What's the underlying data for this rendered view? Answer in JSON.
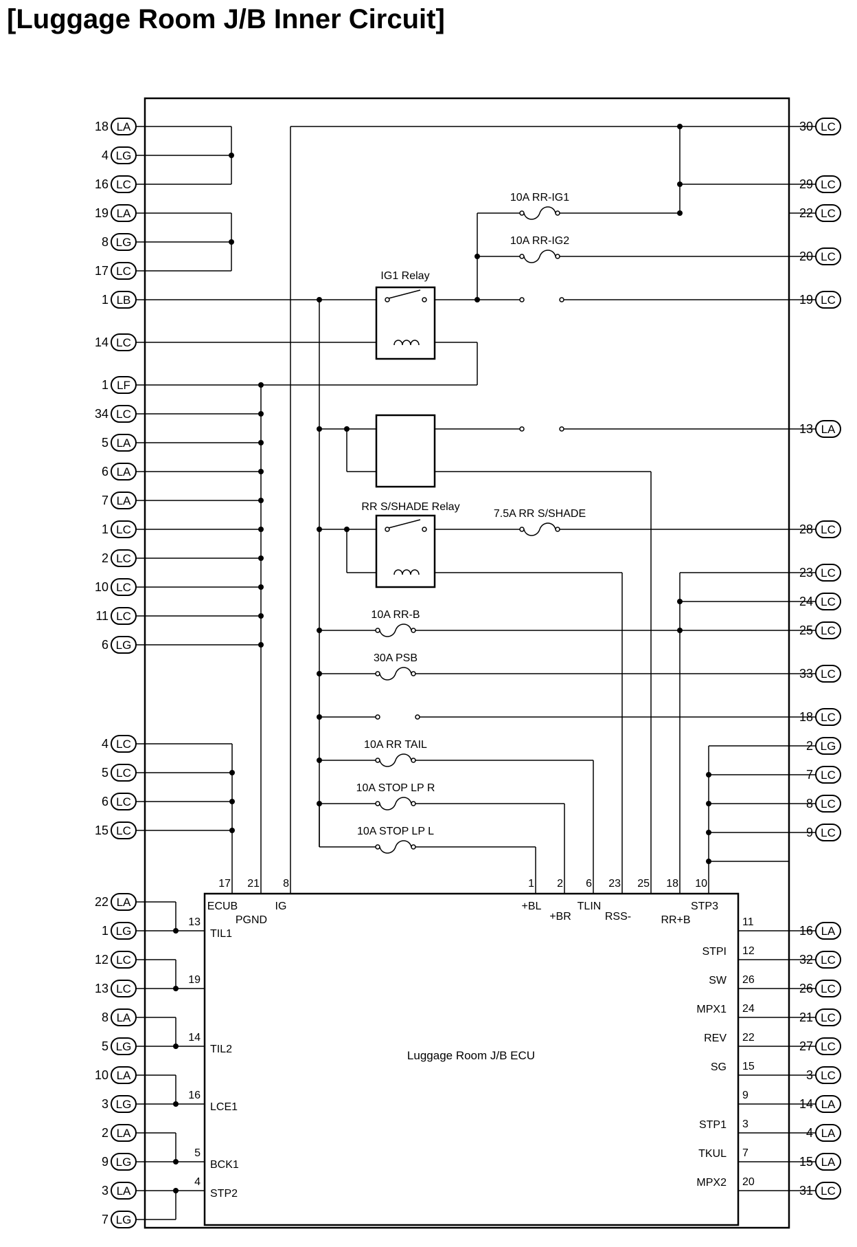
{
  "title": "[Luggage Room J/B Inner Circuit]",
  "left_connectors": [
    {
      "pin": "18",
      "conn": "LA"
    },
    {
      "pin": "4",
      "conn": "LG"
    },
    {
      "pin": "16",
      "conn": "LC"
    },
    {
      "pin": "19",
      "conn": "LA"
    },
    {
      "pin": "8",
      "conn": "LG"
    },
    {
      "pin": "17",
      "conn": "LC"
    },
    {
      "pin": "1",
      "conn": "LB"
    },
    {
      "pin": "14",
      "conn": "LC"
    },
    {
      "pin": "1",
      "conn": "LF"
    },
    {
      "pin": "34",
      "conn": "LC"
    },
    {
      "pin": "5",
      "conn": "LA"
    },
    {
      "pin": "6",
      "conn": "LA"
    },
    {
      "pin": "7",
      "conn": "LA"
    },
    {
      "pin": "1",
      "conn": "LC"
    },
    {
      "pin": "2",
      "conn": "LC"
    },
    {
      "pin": "10",
      "conn": "LC"
    },
    {
      "pin": "11",
      "conn": "LC"
    },
    {
      "pin": "6",
      "conn": "LG"
    },
    {
      "pin": "4",
      "conn": "LC"
    },
    {
      "pin": "5",
      "conn": "LC"
    },
    {
      "pin": "6",
      "conn": "LC"
    },
    {
      "pin": "15",
      "conn": "LC"
    },
    {
      "pin": "22",
      "conn": "LA"
    },
    {
      "pin": "1",
      "conn": "LG"
    },
    {
      "pin": "12",
      "conn": "LC"
    },
    {
      "pin": "13",
      "conn": "LC"
    },
    {
      "pin": "8",
      "conn": "LA"
    },
    {
      "pin": "5",
      "conn": "LG"
    },
    {
      "pin": "10",
      "conn": "LA"
    },
    {
      "pin": "3",
      "conn": "LG"
    },
    {
      "pin": "2",
      "conn": "LA"
    },
    {
      "pin": "9",
      "conn": "LG"
    },
    {
      "pin": "3",
      "conn": "LA"
    },
    {
      "pin": "7",
      "conn": "LG"
    }
  ],
  "right_connectors": [
    {
      "pin": "30",
      "conn": "LC"
    },
    {
      "pin": "29",
      "conn": "LC"
    },
    {
      "pin": "22",
      "conn": "LC"
    },
    {
      "pin": "20",
      "conn": "LC"
    },
    {
      "pin": "19",
      "conn": "LC"
    },
    {
      "pin": "13",
      "conn": "LA"
    },
    {
      "pin": "28",
      "conn": "LC"
    },
    {
      "pin": "23",
      "conn": "LC"
    },
    {
      "pin": "24",
      "conn": "LC"
    },
    {
      "pin": "25",
      "conn": "LC"
    },
    {
      "pin": "33",
      "conn": "LC"
    },
    {
      "pin": "18",
      "conn": "LC"
    },
    {
      "pin": "2",
      "conn": "LG"
    },
    {
      "pin": "7",
      "conn": "LC"
    },
    {
      "pin": "8",
      "conn": "LC"
    },
    {
      "pin": "9",
      "conn": "LC"
    },
    {
      "pin": "16",
      "conn": "LA"
    },
    {
      "pin": "32",
      "conn": "LC"
    },
    {
      "pin": "26",
      "conn": "LC"
    },
    {
      "pin": "21",
      "conn": "LC"
    },
    {
      "pin": "27",
      "conn": "LC"
    },
    {
      "pin": "3",
      "conn": "LC"
    },
    {
      "pin": "14",
      "conn": "LA"
    },
    {
      "pin": "4",
      "conn": "LA"
    },
    {
      "pin": "15",
      "conn": "LA"
    },
    {
      "pin": "31",
      "conn": "LC"
    }
  ],
  "relays": [
    "IG1 Relay",
    "RR S/SHADE Relay"
  ],
  "fuses": [
    "10A RR-IG1",
    "10A RR-IG2",
    "7.5A RR S/SHADE",
    "10A RR-B",
    "30A PSB",
    "10A RR TAIL",
    "10A STOP LP R",
    "10A STOP LP L"
  ],
  "ecu": {
    "name": "Luggage Room J/B ECU",
    "top_pins": [
      {
        "num": "17",
        "label": "ECUB"
      },
      {
        "num": "21",
        "label": "PGND"
      },
      {
        "num": "8",
        "label": "IG"
      },
      {
        "num": "1",
        "label": "+BL"
      },
      {
        "num": "2",
        "label": "+BR"
      },
      {
        "num": "6",
        "label": "TLIN"
      },
      {
        "num": "23",
        "label": "RSS-"
      },
      {
        "num": "25",
        "label": ""
      },
      {
        "num": "18",
        "label": "RR+B"
      },
      {
        "num": "10",
        "label": "STP3"
      }
    ],
    "left_pins": [
      {
        "num": "13",
        "label": "TIL1"
      },
      {
        "num": "19",
        "label": ""
      },
      {
        "num": "14",
        "label": "TIL2"
      },
      {
        "num": "16",
        "label": "LCE1"
      },
      {
        "num": "5",
        "label": "BCK1"
      },
      {
        "num": "4",
        "label": "STP2"
      }
    ],
    "right_pins": [
      {
        "num": "11",
        "label": ""
      },
      {
        "num": "12",
        "label": "STPI"
      },
      {
        "num": "26",
        "label": "SW"
      },
      {
        "num": "24",
        "label": "MPX1"
      },
      {
        "num": "22",
        "label": "REV"
      },
      {
        "num": "15",
        "label": "SG"
      },
      {
        "num": "9",
        "label": ""
      },
      {
        "num": "3",
        "label": "STP1"
      },
      {
        "num": "7",
        "label": "TKUL"
      },
      {
        "num": "20",
        "label": "MPX2"
      }
    ]
  }
}
